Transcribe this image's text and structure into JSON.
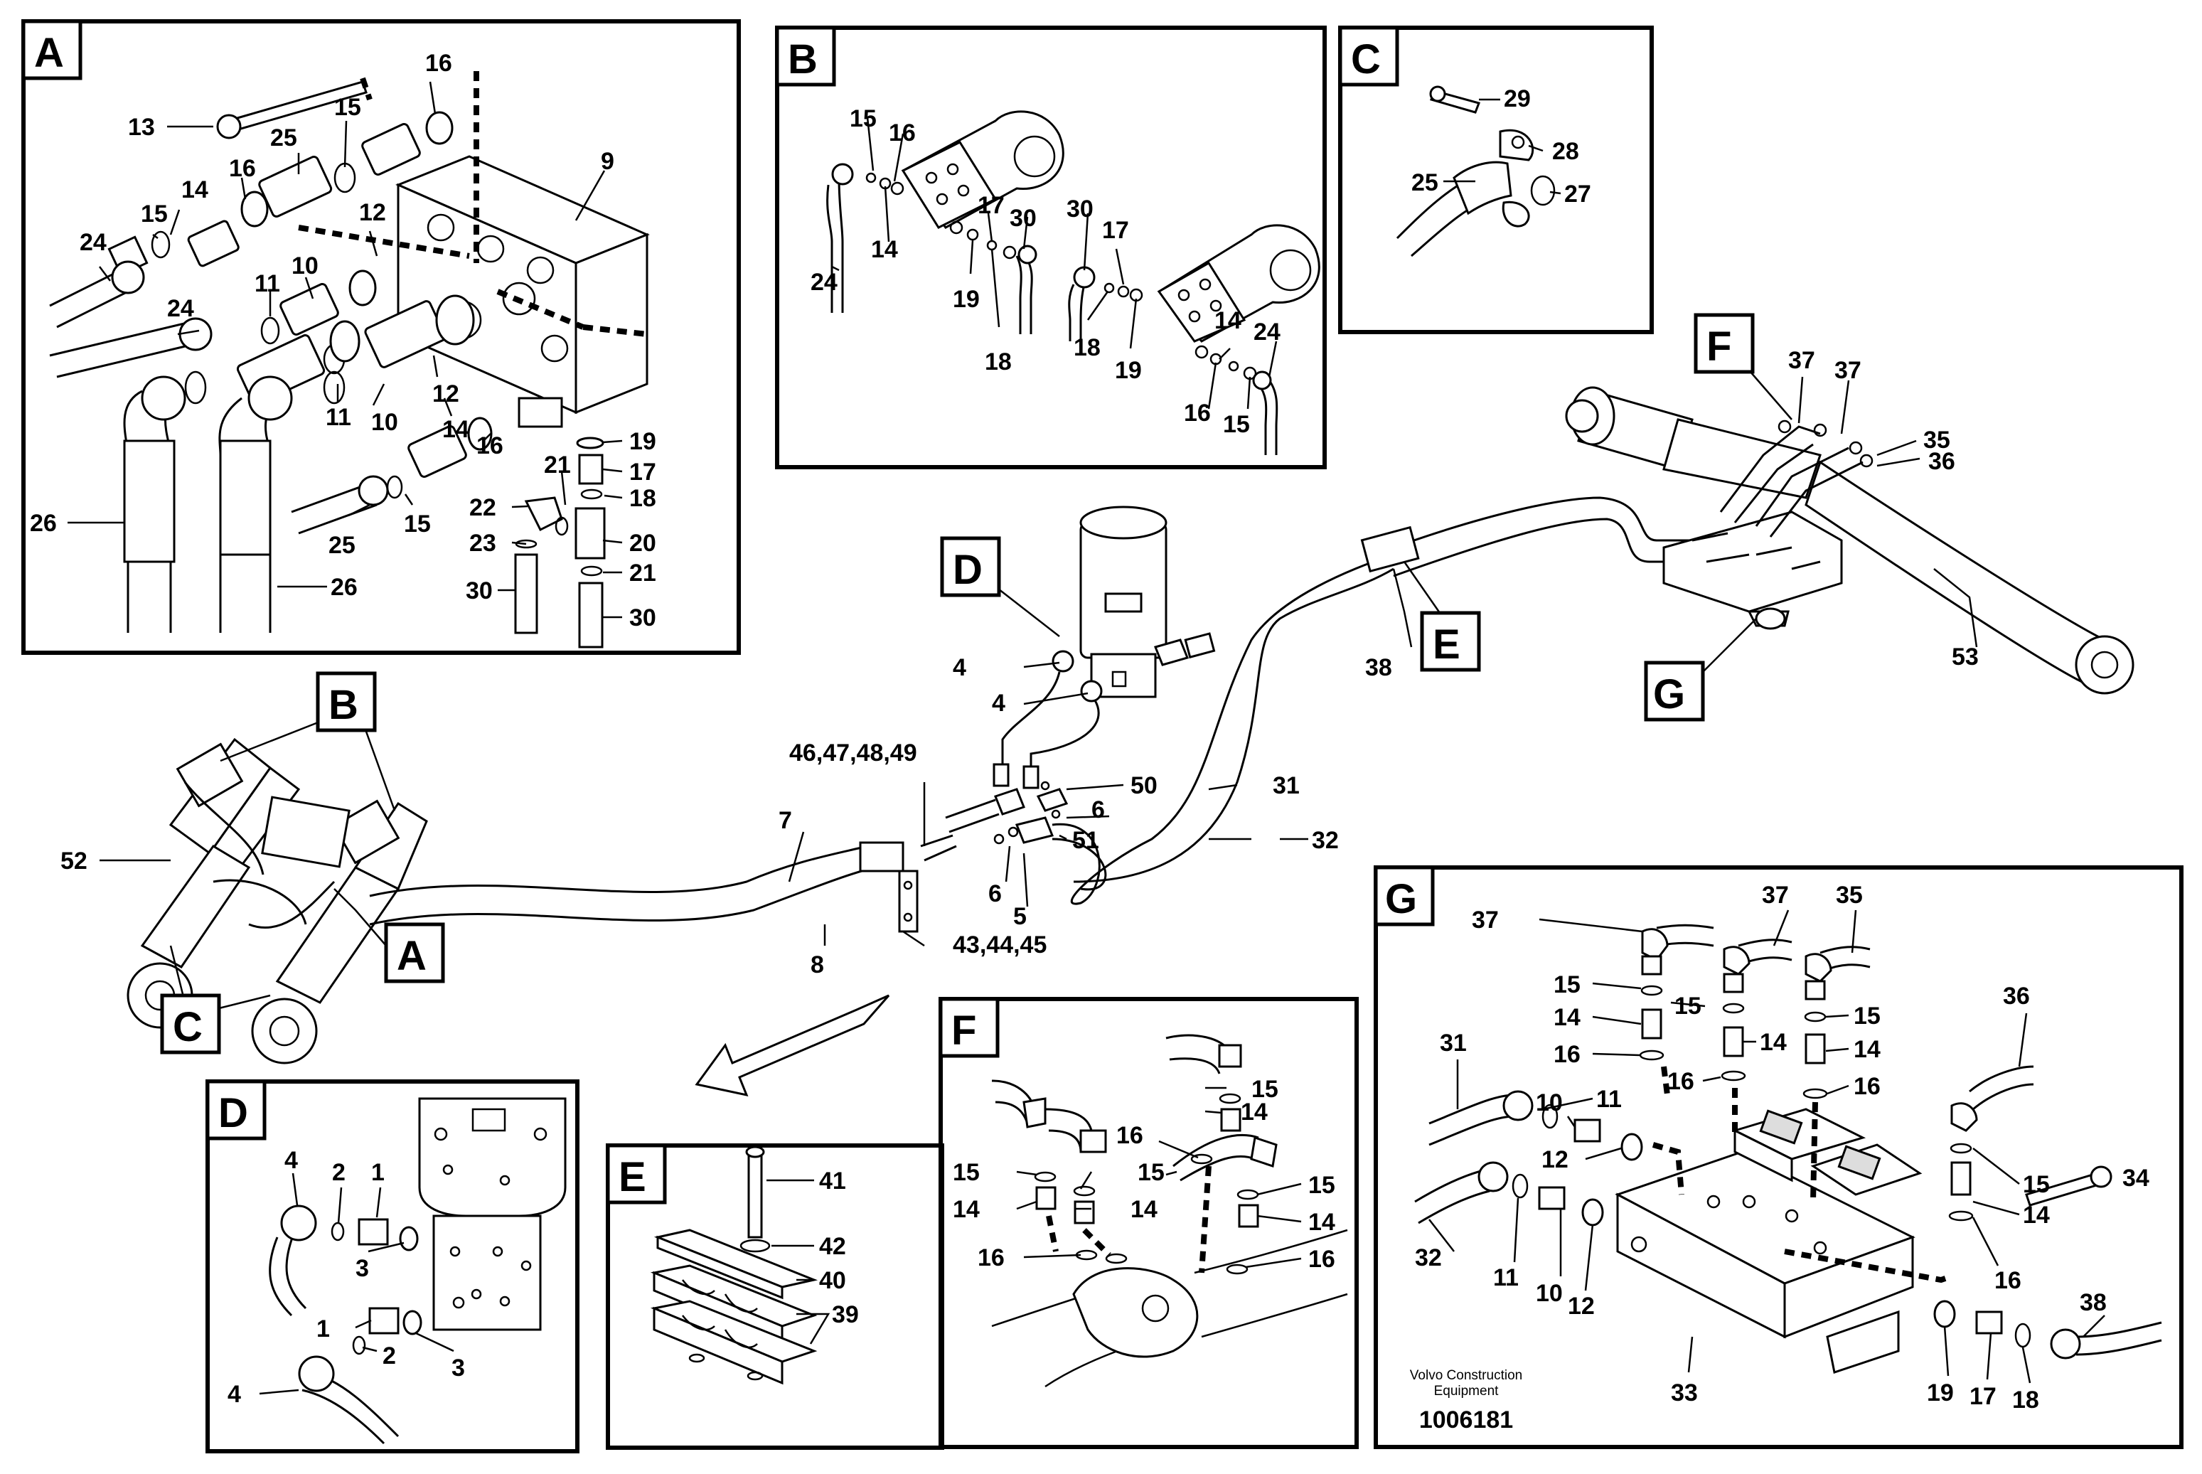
{
  "panels": {
    "A": "A",
    "B": "B",
    "C": "C",
    "D": "D",
    "E": "E",
    "F": "F",
    "G": "G"
  },
  "main_tags": {
    "B": "B",
    "A": "A",
    "C": "C",
    "D": "D",
    "E": "E",
    "F": "F",
    "G": "G"
  },
  "labels": {
    "a_13": "13",
    "a_16top": "16",
    "a_15a": "15",
    "a_25a": "25",
    "a_9": "9",
    "a_14a": "14",
    "a_16a": "16",
    "a_12a": "12",
    "a_15b": "15",
    "a_24a": "24",
    "a_10a": "10",
    "a_11a": "11",
    "a_24b": "24",
    "a_12b": "12",
    "a_11b": "11",
    "a_10b": "10",
    "a_14b": "14",
    "a_16b": "16",
    "a_26a": "26",
    "a_25b": "25",
    "a_15c": "15",
    "a_26b": "26",
    "a_19": "19",
    "a_17": "17",
    "a_21a": "21",
    "a_18": "18",
    "a_22": "22",
    "a_23": "23",
    "a_20": "20",
    "a_21b": "21",
    "a_30a": "30",
    "a_30b": "30",
    "b_15a": "15",
    "b_16a": "16",
    "b_24a": "24",
    "b_14a": "14",
    "b_17a": "17",
    "b_30a": "30",
    "b_19a": "19",
    "b_18a": "18",
    "b_30b": "30",
    "b_17b": "17",
    "b_18b": "18",
    "b_19b": "19",
    "b_14b": "14",
    "b_24b": "24",
    "b_16b": "16",
    "b_15b": "15",
    "c_29": "29",
    "c_28": "28",
    "c_25": "25",
    "c_27": "27",
    "m_37a": "37",
    "m_37b": "37",
    "m_35": "35",
    "m_36": "36",
    "m_38": "38",
    "m_53": "53",
    "m_4a": "4",
    "m_4b": "4",
    "m_46": "46,47,48,49",
    "m_50": "50",
    "m_31": "31",
    "m_6a": "6",
    "m_51": "51",
    "m_32": "32",
    "m_52": "52",
    "m_7": "7",
    "m_6b": "6",
    "m_5": "5",
    "m_8": "8",
    "m_43": "43,44,45",
    "d_4a": "4",
    "d_2a": "2",
    "d_1a": "1",
    "d_3a": "3",
    "d_1b": "1",
    "d_3b": "3",
    "d_2b": "2",
    "d_4b": "4",
    "e_41": "41",
    "e_42": "42",
    "e_40": "40",
    "e_39": "39",
    "f_15a": "15",
    "f_14a": "14",
    "f_16a": "16",
    "f_15b": "15",
    "f_15c": "15",
    "f_15d": "15",
    "f_14b": "14",
    "f_14c": "14",
    "f_14d": "14",
    "f_16b": "16",
    "f_16c": "16",
    "g_37a": "37",
    "g_37b": "37",
    "g_35": "35",
    "g_15a": "15",
    "g_15b": "15",
    "g_15c": "15",
    "g_36": "36",
    "g_14a": "14",
    "g_14b": "14",
    "g_14c": "14",
    "g_31": "31",
    "g_16a": "16",
    "g_16b": "16",
    "g_16c": "16",
    "g_11a": "11",
    "g_10a": "10",
    "g_12a": "12",
    "g_15d": "15",
    "g_14d": "14",
    "g_34": "34",
    "g_32": "32",
    "g_11b": "11",
    "g_10b": "10",
    "g_12b": "12",
    "g_16d": "16",
    "g_38": "38",
    "g_33": "33",
    "g_19": "19",
    "g_17": "17",
    "g_18": "18"
  },
  "footer": {
    "brand_line1": "Volvo Construction",
    "brand_line2": "Equipment",
    "doc_number": "1006181"
  }
}
